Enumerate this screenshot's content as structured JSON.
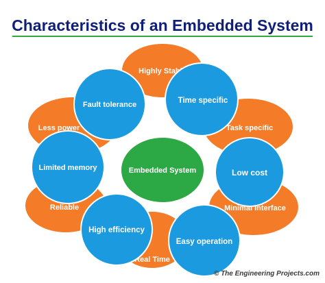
{
  "title": "Characteristics of an Embedded System",
  "center": "Embedded System",
  "outer_items": [
    "Highly Stable",
    "Task specific",
    "Minimal interface",
    "Real Time",
    "Reliable",
    "Less power"
  ],
  "inner_items": [
    "Fault tolerance",
    "Time specific",
    "Low cost",
    "Easy operation",
    "High efficiency",
    "Limited memory"
  ],
  "watermark": "© The Engineering Projects.com",
  "colors": {
    "title": "#10207a",
    "title_rule": "#2eaa3c",
    "orange": "#f47b27",
    "blue": "#1b9ae0",
    "green": "#2ca845",
    "stroke": "#ffffff",
    "watermark": "#3a3a3a"
  }
}
